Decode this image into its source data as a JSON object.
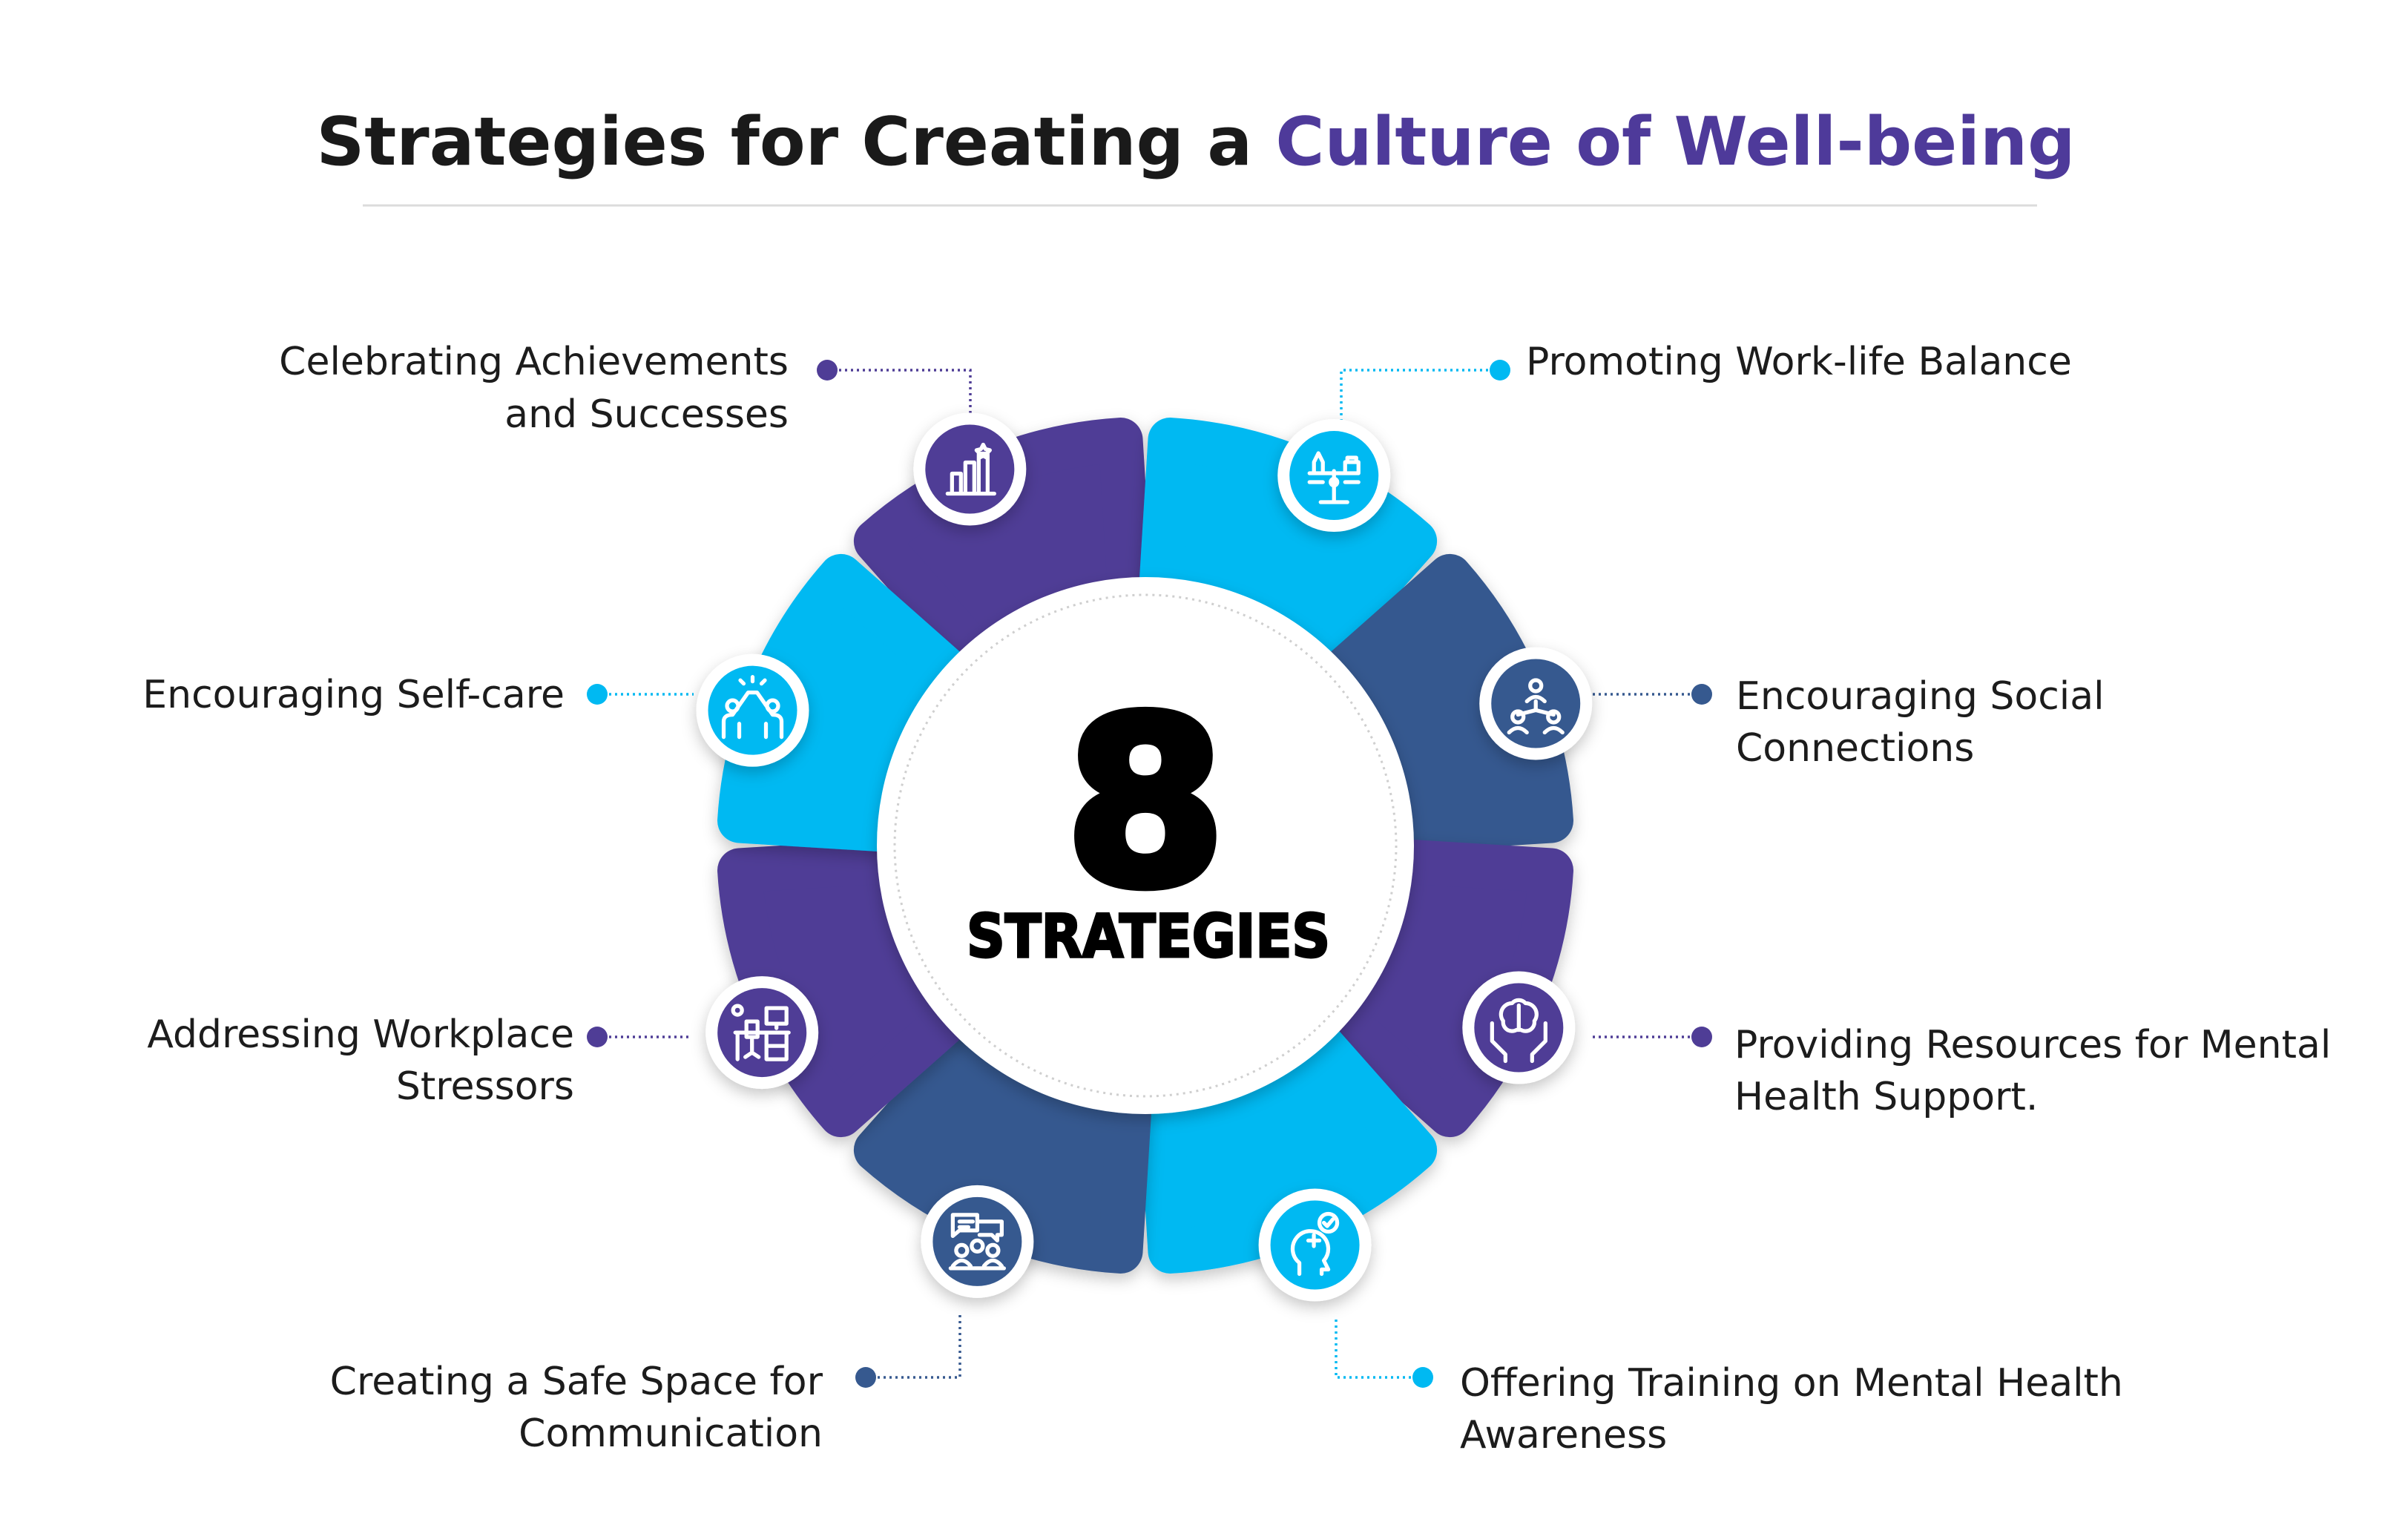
{
  "title": {
    "part1": "Strategies for Creating a ",
    "part2": "Culture of Well-being"
  },
  "center": {
    "number": "8",
    "label": "STRATEGIES"
  },
  "colors": {
    "purple": "#4f3d96",
    "cyan": "#00b9f2",
    "navy": "#36598f",
    "title_accent": "#4e3a9a",
    "title_dark": "#1a1a1a",
    "ring": "#e9e9ec"
  },
  "strategies": [
    {
      "lines": [
        "Celebrating Achievements",
        "and Successes"
      ],
      "icon": "achievement-chart-icon",
      "color": "purple"
    },
    {
      "lines": [
        "Promoting Work-life Balance"
      ],
      "icon": "balance-scale-icon",
      "color": "cyan"
    },
    {
      "lines": [
        "Encouraging Social",
        "Connections"
      ],
      "icon": "social-network-icon",
      "color": "navy"
    },
    {
      "lines": [
        "Providing Resources for Mental",
        "Health Support."
      ],
      "icon": "brain-hands-icon",
      "color": "purple"
    },
    {
      "lines": [
        "Offering Training on Mental Health",
        "Awareness"
      ],
      "icon": "mental-health-head-icon",
      "color": "cyan"
    },
    {
      "lines": [
        "Creating a Safe Space for",
        "Communication"
      ],
      "icon": "group-chat-icon",
      "color": "navy"
    },
    {
      "lines": [
        "Addressing Workplace",
        "Stressors"
      ],
      "icon": "workplace-desk-icon",
      "color": "purple"
    },
    {
      "lines": [
        "Encouraging Self-care"
      ],
      "icon": "high-five-icon",
      "color": "cyan"
    }
  ]
}
